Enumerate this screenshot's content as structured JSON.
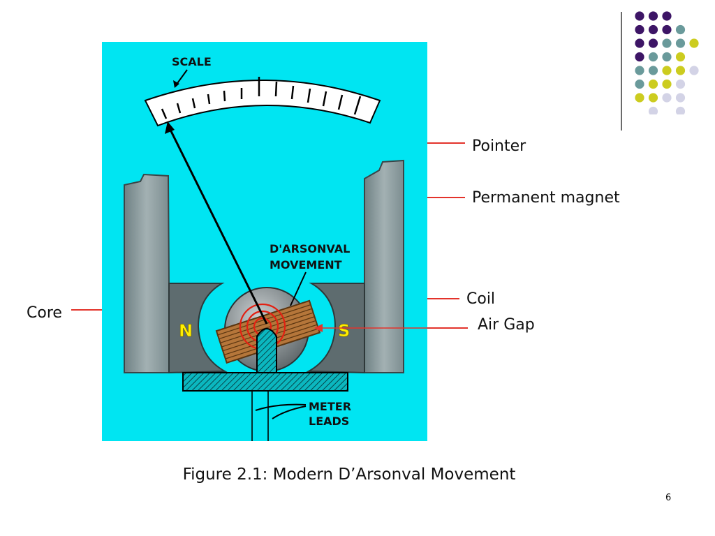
{
  "slide": {
    "page_number": "6",
    "caption": "Figure 2.1: Modern D’Arsonval Movement"
  },
  "figure": {
    "text": {
      "scale": "SCALE",
      "movement_line1": "D'ARSONVAL",
      "movement_line2": "MOVEMENT",
      "north": "N",
      "south": "S",
      "leads_line1": "METER",
      "leads_line2": "LEADS"
    },
    "colors": {
      "background": "#00e5f2",
      "magnet": "#8e9ea1",
      "pole": "#5e6c6f",
      "coil": "#b5763a",
      "pole_letters": "#ffee00",
      "callout": "#e3332b"
    }
  },
  "callouts": {
    "pointer": "Pointer",
    "permanent_magnet": "Permanent magnet",
    "coil": "Coil",
    "air_gap": "Air Gap",
    "core": "Core"
  },
  "decoration": {
    "dot_colors": {
      "P": "#3d1566",
      "T": "#6a9a9b",
      "Y": "#cccc1f",
      "L": "#d3d3e6"
    },
    "dot_rows": [
      "PPP.",
      "PPPT",
      "PPTTY",
      "PTTY",
      "TTYYL",
      "TYYL",
      "YYLL",
      ".L.L"
    ]
  }
}
